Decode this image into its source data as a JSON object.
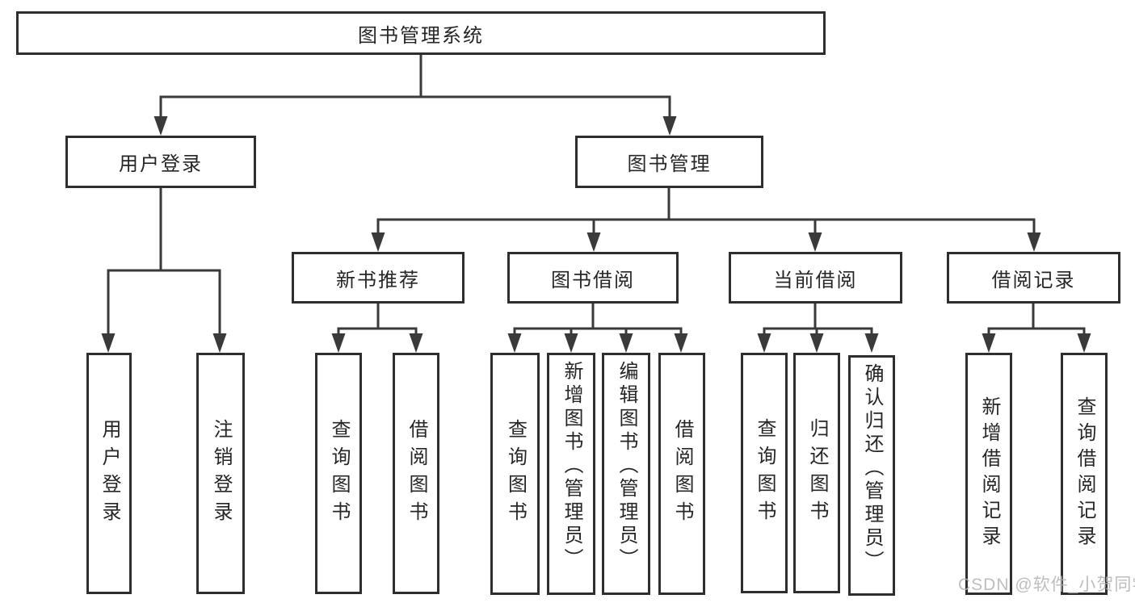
{
  "tree": {
    "root": {
      "label": "图书管理系统"
    },
    "branches": [
      {
        "label": "用户登录",
        "children": [
          {
            "label": "用户登录"
          },
          {
            "label": "注销登录"
          }
        ]
      },
      {
        "label": "图书管理",
        "children": [
          {
            "label": "新书推荐",
            "children": [
              {
                "label": "查询图书"
              },
              {
                "label": "借阅图书"
              }
            ]
          },
          {
            "label": "图书借阅",
            "children": [
              {
                "label": "查询图书"
              },
              {
                "label": "新增图书（管理员）"
              },
              {
                "label": "编辑图书（管理员）"
              },
              {
                "label": "借阅图书"
              }
            ]
          },
          {
            "label": "当前借阅",
            "children": [
              {
                "label": "查询图书"
              },
              {
                "label": "归还图书"
              },
              {
                "label": "确认归还（管理员）"
              }
            ]
          },
          {
            "label": "借阅记录",
            "children": [
              {
                "label": "新增借阅记录"
              },
              {
                "label": "查询借阅记录"
              }
            ]
          }
        ]
      }
    ]
  },
  "watermark": {
    "text": "CSDN @软件_小贺同学"
  },
  "colors": {
    "border": "#2e2e2e",
    "line": "#3a3a3a",
    "text": "#262626",
    "watermark": "#b3b3b3",
    "background": "#ffffff"
  }
}
